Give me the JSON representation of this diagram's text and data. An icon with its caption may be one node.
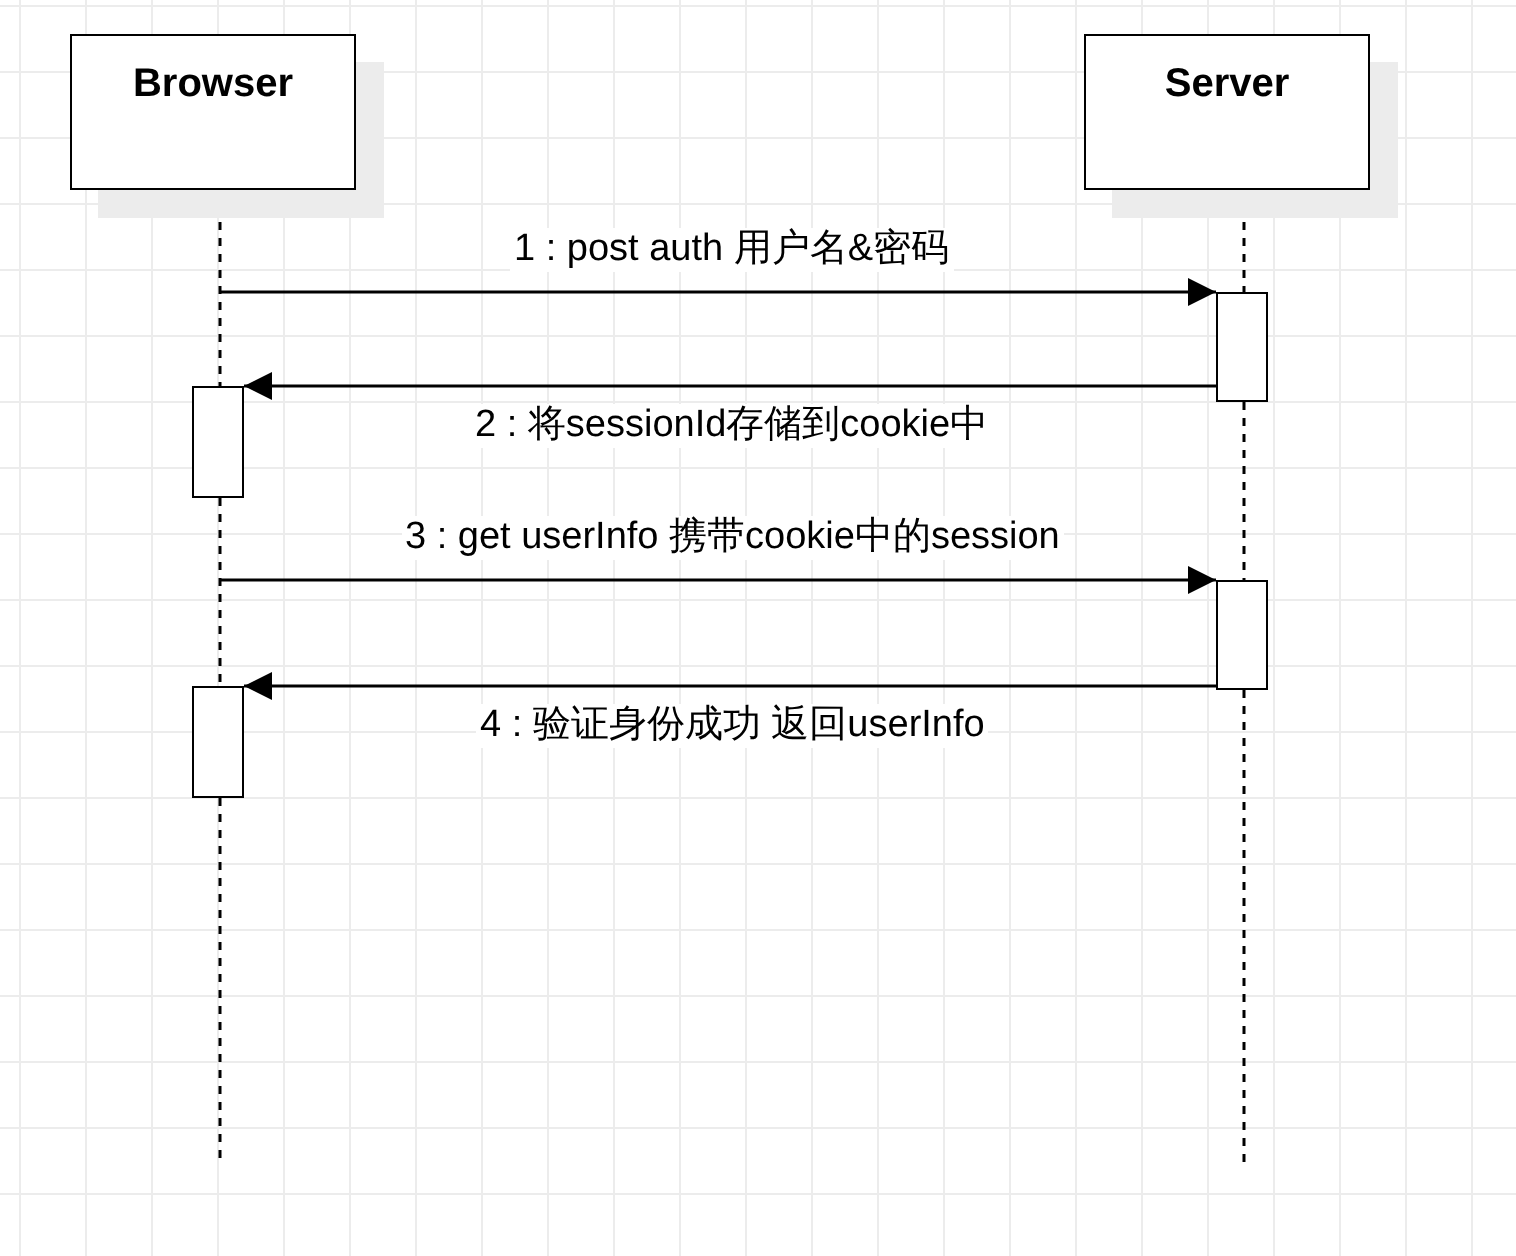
{
  "diagram": {
    "nodes": [
      {
        "text": [
          "Browser"
        ]
      },
      {
        "text": [
          "Server"
        ]
      },
      {
        "text": [],
        "shape": "box"
      },
      {
        "text": [],
        "shape": "box"
      },
      {
        "text": [],
        "shape": "box"
      },
      {
        "text": [],
        "shape": "box"
      }
    ],
    "edges": [
      {
        "from": 0,
        "to": 3,
        "arrow": "none",
        "style": "dashed"
      },
      {
        "from": 3,
        "to": 5,
        "arrow": "none",
        "style": "dashed"
      },
      {
        "from": 5,
        "to": null,
        "arrow": "none",
        "style": "dashed"
      },
      {
        "from": 1,
        "to": 2,
        "arrow": "none",
        "style": "dashed"
      },
      {
        "from": 2,
        "to": 4,
        "arrow": "none",
        "style": "dashed"
      },
      {
        "from": 4,
        "to": null,
        "arrow": "none",
        "style": "dashed"
      },
      {
        "from": null,
        "to": 2,
        "arrow": "to",
        "label": "1 : post auth 用户名&密码"
      },
      {
        "from": 2,
        "to": 3,
        "arrow": "to",
        "label": "2 : 将sessionId存储到cookie中"
      },
      {
        "from": null,
        "to": 4,
        "arrow": "to",
        "label": "3 : get userInfo 携带cookie中的session"
      },
      {
        "from": 4,
        "to": 5,
        "arrow": "to",
        "label": "4 : 验证身份成功 返回userInfo"
      }
    ]
  }
}
